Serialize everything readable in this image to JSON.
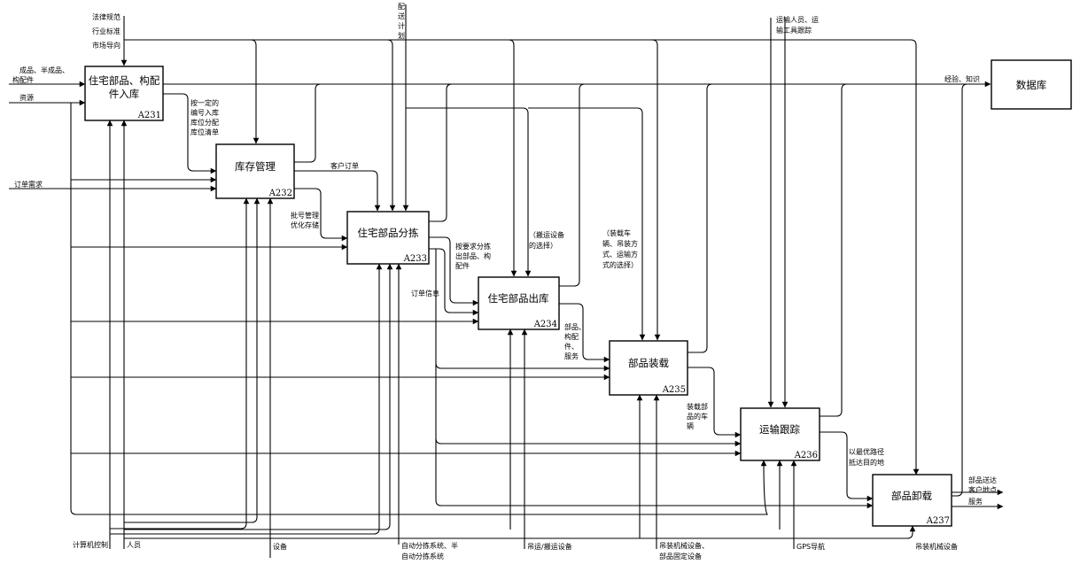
{
  "boxes": {
    "a231": {
      "title_line1": "住宅部品、构配",
      "title_line2": "件入库",
      "code": "A231"
    },
    "a232": {
      "title": "库存管理",
      "code": "A232"
    },
    "a233": {
      "title": "住宅部品分拣",
      "code": "A233"
    },
    "a234": {
      "title": "住宅部品出库",
      "code": "A234"
    },
    "a235": {
      "title": "部品装载",
      "code": "A235"
    },
    "a236": {
      "title": "运输跟踪",
      "code": "A236"
    },
    "a237": {
      "title": "部品卸载",
      "code": "A237"
    },
    "database": {
      "title": "数据库"
    }
  },
  "controls": {
    "law": "法律规范",
    "industry": "行业标准",
    "market": "市场导向",
    "plan": [
      "配",
      "送",
      "计",
      "划"
    ],
    "transport_track": [
      "运输人员、运",
      "输工具跟踪"
    ]
  },
  "inputs": {
    "goods": [
      "成品、半成品、",
      "构配件"
    ],
    "resources": "资源",
    "order_demand": "订单需求"
  },
  "mechanisms": {
    "computer": "计算机控制",
    "staff": "人员",
    "equipment": "设备",
    "auto_sort": [
      "自动分拣系统、半",
      "自动分拣系统"
    ],
    "hoist": "吊运/搬运设备",
    "lifting": [
      "吊装机械设备、",
      "部品固定设备"
    ],
    "gps": "GPS导航",
    "lifting2": "吊装机械设备"
  },
  "flows": {
    "storage_numbering": [
      "按一定的",
      "编号入库",
      "库位分配",
      "库位清单"
    ],
    "customer_order": "客户订单",
    "batch_mgmt": [
      "批号管理",
      "优化存储"
    ],
    "sort_by_req": [
      "按要求分拣",
      "出部品、构",
      "配件"
    ],
    "order_info": "订单信息",
    "carry_choice": [
      "（搬运设备",
      "的选择）"
    ],
    "loading_choice": [
      "（装载车",
      "辆、吊装方",
      "式、运输方",
      "式的选择）"
    ],
    "parts_service": [
      "部品、",
      "构配",
      "件、",
      "服务"
    ],
    "loaded_vehicle": [
      "装载部",
      "品的车",
      "辆"
    ],
    "optimal_route": [
      "以最优路径",
      "抵达目的地"
    ],
    "experience": "经验、知识"
  },
  "outputs": {
    "delivered": [
      "部品送达",
      "客户地点"
    ],
    "service": "服务"
  }
}
